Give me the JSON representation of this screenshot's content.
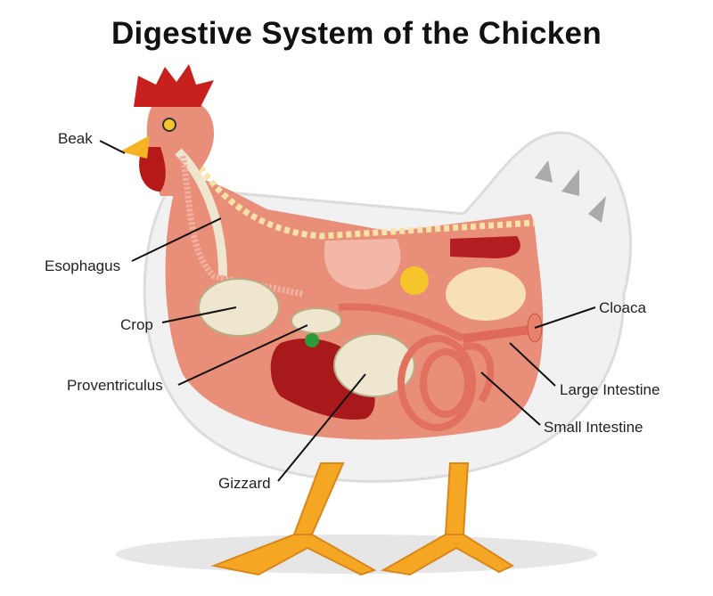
{
  "title": "Digestive System of the Chicken",
  "labels": {
    "beak": "Beak",
    "esophagus": "Esophagus",
    "crop": "Crop",
    "proventriculus": "Proventriculus",
    "gizzard": "Gizzard",
    "cloaca": "Cloaca",
    "large_intestine": "Large Intestine",
    "small_intestine": "Small Intestine"
  },
  "colors": {
    "comb": "#c8201e",
    "body_cavity": "#e98e78",
    "feathers": "#f0f0f0",
    "legs": "#f5a623",
    "liver": "#a8191c",
    "intestine": "#e2705f"
  }
}
